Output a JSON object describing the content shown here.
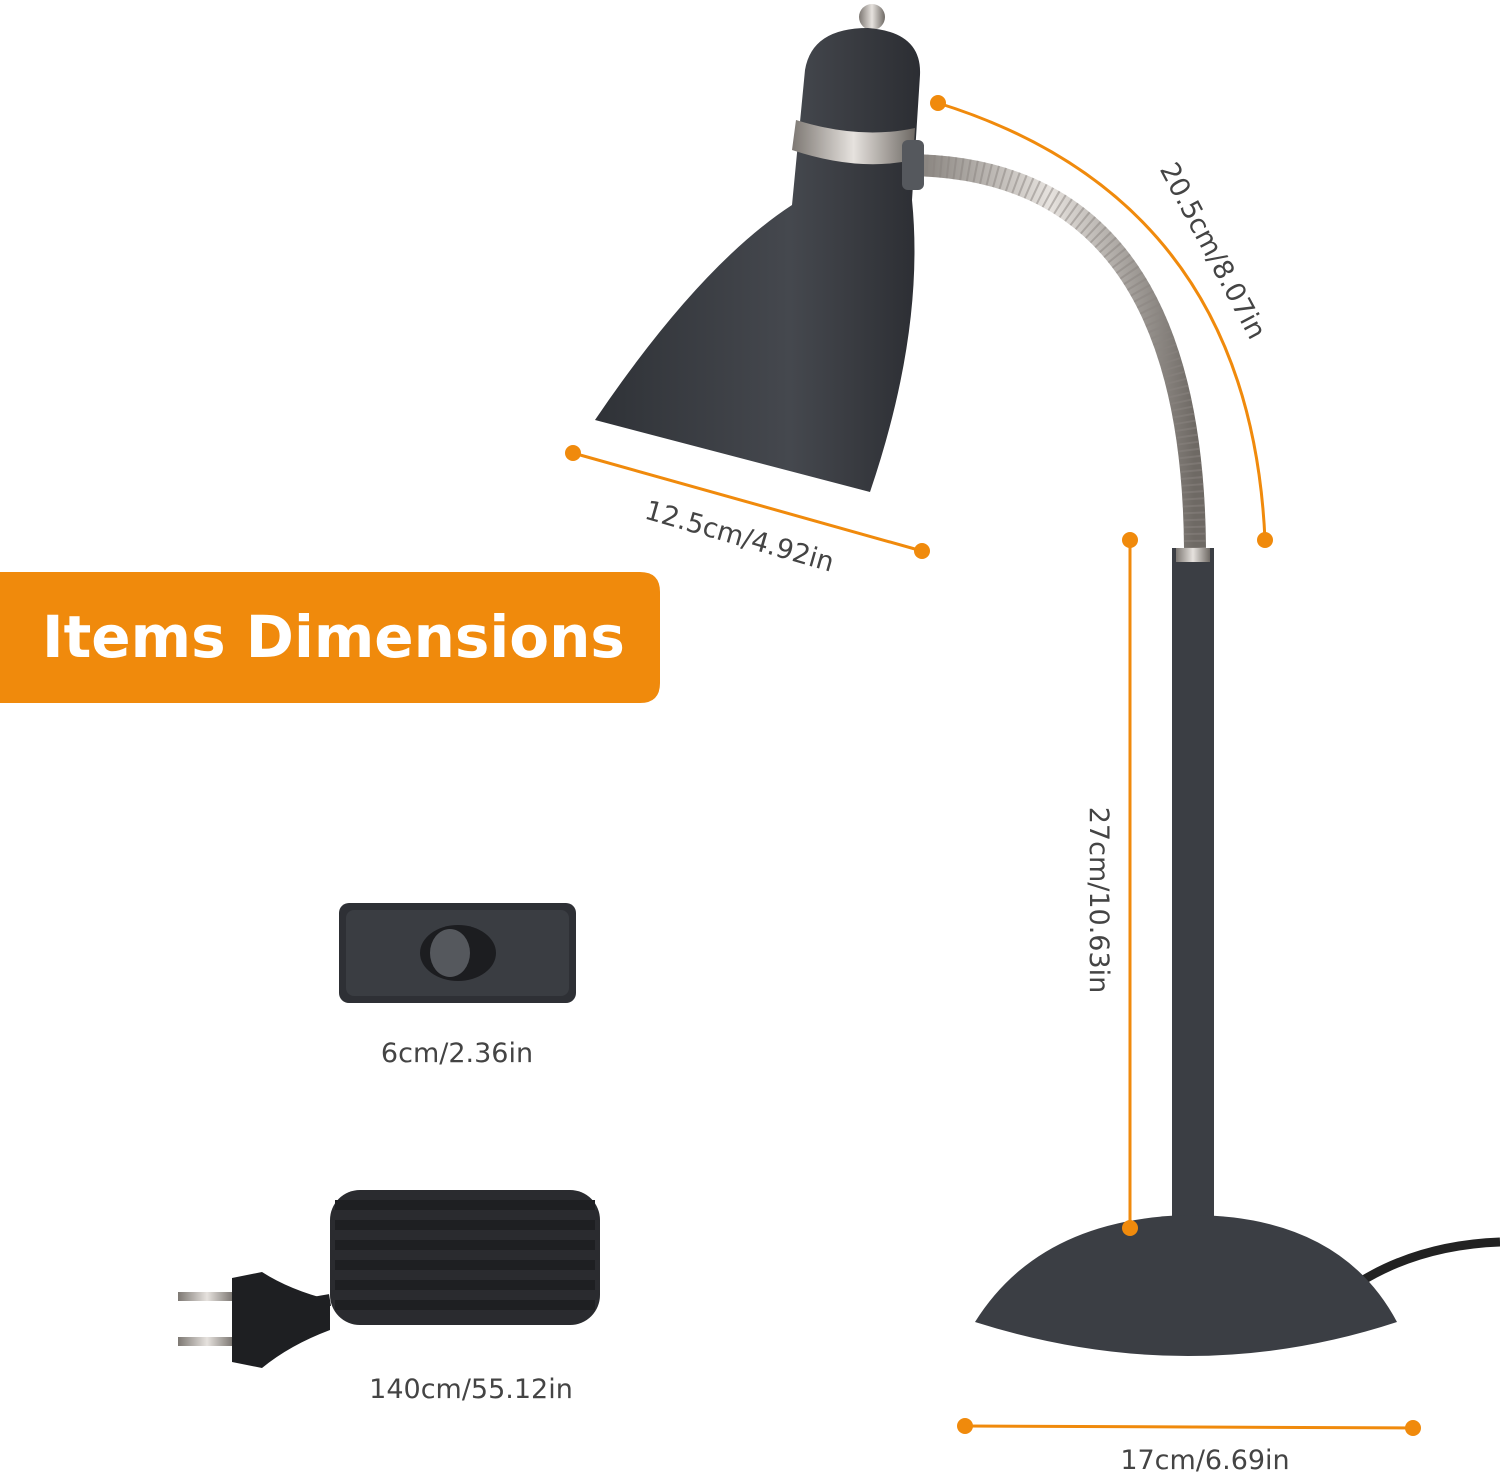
{
  "banner": {
    "title": "Items Dimensions"
  },
  "dimensions": {
    "neck": "20.5cm/8.07in",
    "shade": "12.5cm/4.92in",
    "pole": "27cm/10.63in",
    "switch": "6cm/2.36in",
    "cord": "140cm/55.12in",
    "base": "17cm/6.69in"
  },
  "colors": {
    "accent": "#F08A0C",
    "lamp": "#3b3e44",
    "metal": "#b9b4b0"
  }
}
